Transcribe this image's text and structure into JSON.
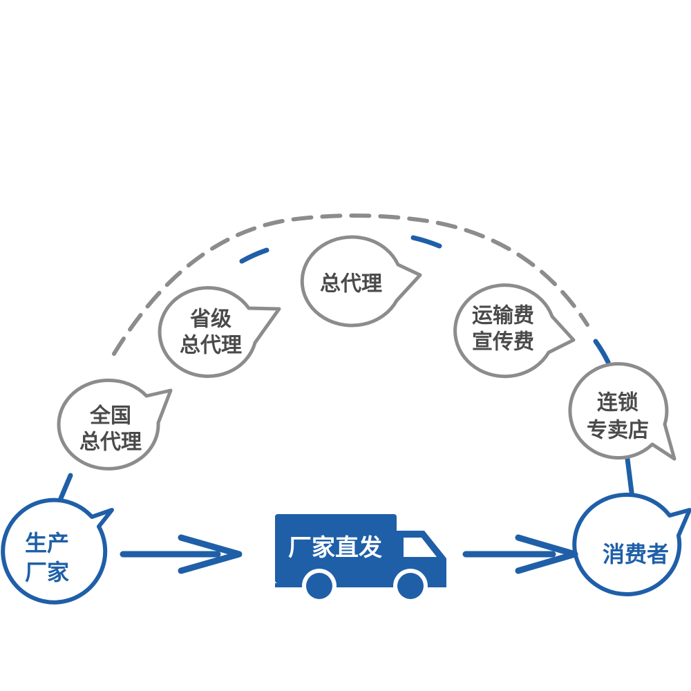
{
  "colors": {
    "blue": "#1f5fa8",
    "gray": "#8c8c8c",
    "light_gray": "#c8c8c8",
    "text_gray": "#4a4a4a"
  },
  "nodes": {
    "manufacturer": {
      "line1": "生产",
      "line2": "厂家"
    },
    "national_agent": {
      "line1": "全国",
      "line2": "总代理"
    },
    "provincial_agent": {
      "line1": "省级",
      "line2": "总代理"
    },
    "general_agent": {
      "line1": "总代理"
    },
    "fees": {
      "line1": "运输费",
      "line2": "宣传费"
    },
    "chain_store": {
      "line1": "连锁",
      "line2": "专卖店"
    },
    "consumer": {
      "line1": "消费者"
    }
  },
  "truck": {
    "label": "厂家直发"
  },
  "icons": [
    "speech-bubble-icon",
    "truck-icon",
    "arrow-right-icon"
  ]
}
